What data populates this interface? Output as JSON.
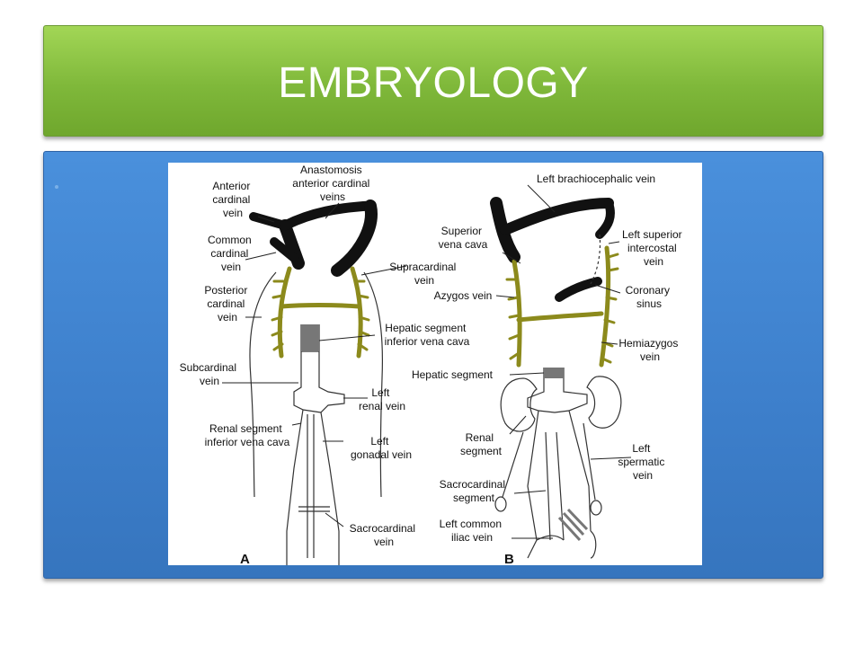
{
  "slide": {
    "title": "EMBRYOLOGY",
    "bullet": "•"
  },
  "figure": {
    "panel_a": {
      "letter": "A",
      "labels": {
        "anastomosis": [
          "Anastomosis",
          "anterior cardinal",
          "veins"
        ],
        "anterior_cardinal": [
          "Anterior",
          "cardinal",
          "vein"
        ],
        "common_cardinal": [
          "Common",
          "cardinal",
          "vein"
        ],
        "supracardinal": [
          "Supracardinal",
          "vein"
        ],
        "posterior_cardinal": [
          "Posterior",
          "cardinal",
          "vein"
        ],
        "hepatic_segment": [
          "Hepatic segment",
          "inferior vena cava"
        ],
        "subcardinal": [
          "Subcardinal",
          "vein"
        ],
        "left_renal": [
          "Left",
          "renal vein"
        ],
        "renal_segment": [
          "Renal segment",
          "inferior vena cava"
        ],
        "left_gonadal": [
          "Left",
          "gonadal vein"
        ],
        "sacrocardinal": [
          "Sacrocardinal",
          "vein"
        ]
      }
    },
    "panel_b": {
      "letter": "B",
      "labels": {
        "left_brachiocephalic": [
          "Left brachiocephalic vein"
        ],
        "superior_vena_cava": [
          "Superior",
          "vena cava"
        ],
        "left_superior_intercostal": [
          "Left superior",
          "intercostal",
          "vein"
        ],
        "azygos": [
          "Azygos vein"
        ],
        "coronary_sinus": [
          "Coronary",
          "sinus"
        ],
        "hemiazygos": [
          "Hemiazygos",
          "vein"
        ],
        "hepatic_segment": [
          "Hepatic segment"
        ],
        "renal_segment": [
          "Renal",
          "segment"
        ],
        "left_spermatic": [
          "Left",
          "spermatic",
          "vein"
        ],
        "sacrocardinal_segment": [
          "Sacrocardinal",
          "segment"
        ],
        "left_common_iliac": [
          "Left common",
          "iliac vein"
        ]
      }
    },
    "colors": {
      "black_vein": "#111111",
      "supracardinal_vein": "#8c8a1c",
      "outline": "#333333",
      "title_green": "#8cc84b",
      "panel_blue": "#3f83d0"
    }
  }
}
